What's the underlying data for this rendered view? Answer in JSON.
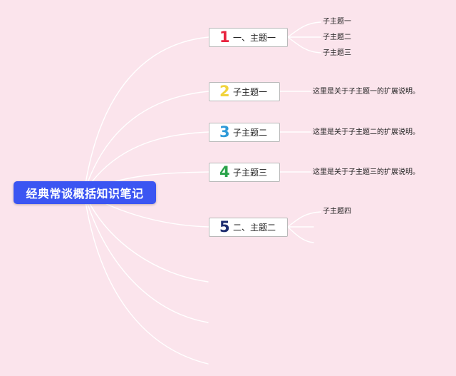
{
  "root": {
    "title": "经典常谈概括知识笔记",
    "color": "#3b55f2"
  },
  "branches": [
    {
      "number": "1",
      "number_color": "#e8233f",
      "label": "一、主题一",
      "children": [
        "子主题一",
        "子主题二",
        "子主题三"
      ]
    },
    {
      "number": "2",
      "number_color": "#f1d33c",
      "label": "子主题一",
      "children": [
        "这里是关于子主题一的扩展说明。"
      ]
    },
    {
      "number": "3",
      "number_color": "#2e9ad8",
      "label": "子主题二",
      "children": [
        "这里是关于子主题二的扩展说明。"
      ]
    },
    {
      "number": "4",
      "number_color": "#29a34a",
      "label": "子主题三",
      "children": [
        "这里是关于子主题三的扩展说明。"
      ]
    },
    {
      "number": "5",
      "number_color": "#1c2b6e",
      "label": "二、主题二",
      "children": [
        "子主题四",
        "",
        ""
      ]
    }
  ],
  "line_color": "#ffffff"
}
